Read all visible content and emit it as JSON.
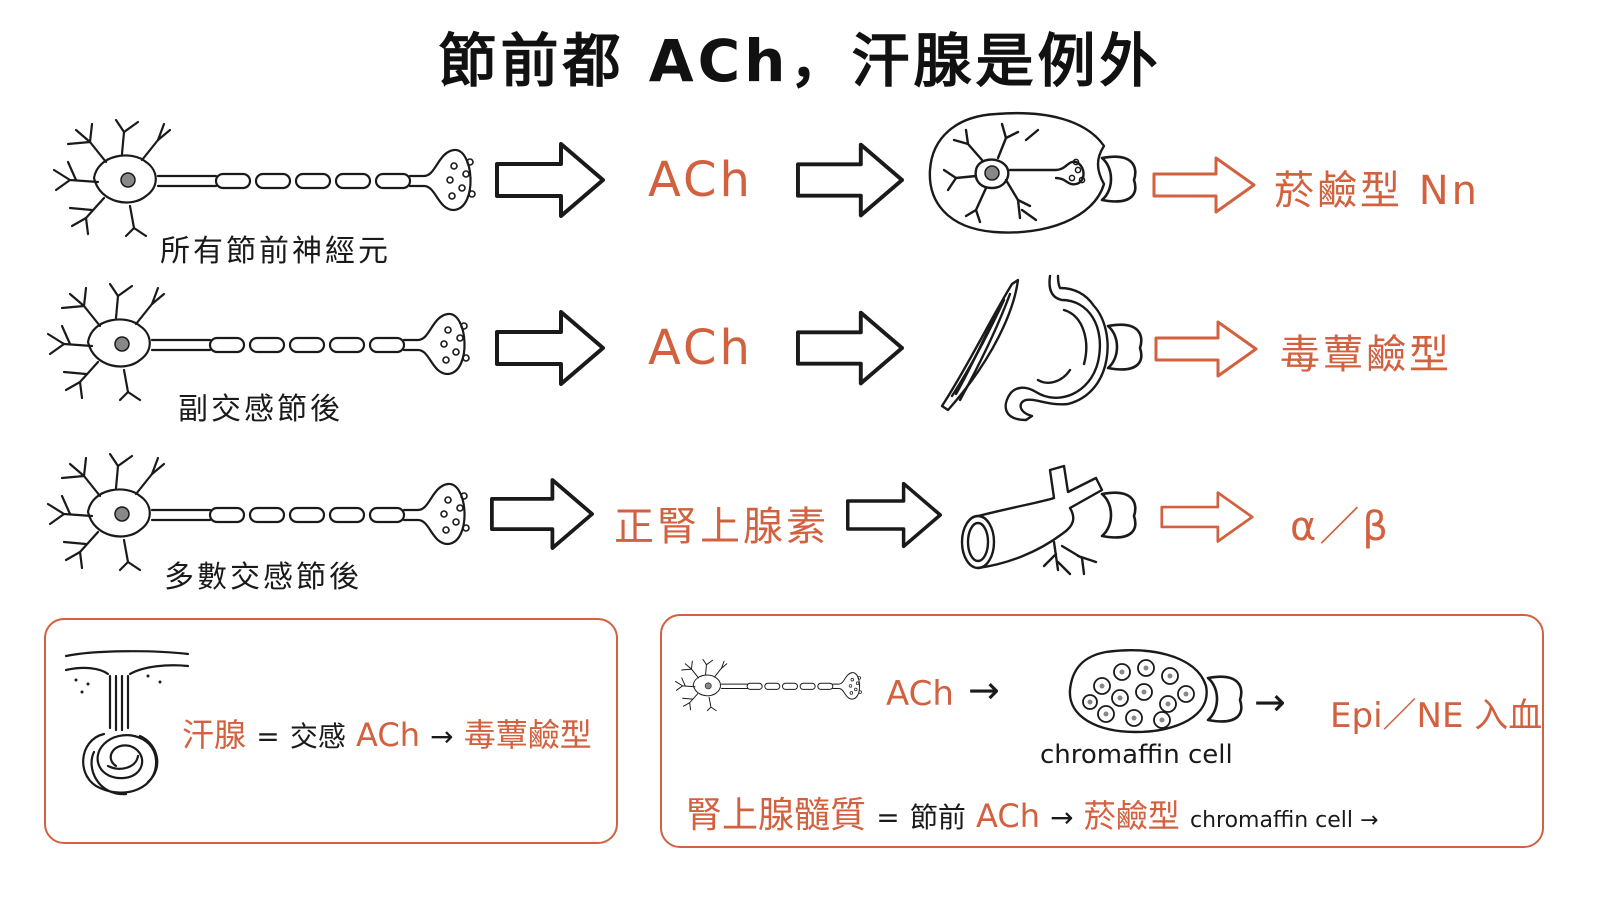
{
  "title": "節前都 ACh，汗腺是例外",
  "rows": [
    {
      "neuron_label": "所有節前神經元",
      "transmitter": "ACh",
      "target_icon": "ganglion-neuron-icon",
      "receptor": "菸鹼型 Nn"
    },
    {
      "neuron_label": "副交感節後",
      "transmitter": "ACh",
      "target_icon": "muscle-stomach-icon",
      "receptor": "毒蕈鹼型"
    },
    {
      "neuron_label": "多數交感節後",
      "transmitter": "正腎上腺素",
      "target_icon": "blood-vessel-icon",
      "receptor": "α／β"
    }
  ],
  "sweat_box": {
    "term": "汗腺",
    "equals": "=",
    "middle": "交感",
    "transmitter": "ACh",
    "arrow": "→",
    "receptor": "毒蕈鹼型"
  },
  "adrenal_box": {
    "transmitter": "ACh",
    "arrow1": "→",
    "cell_label": "chromaffin cell",
    "arrow2": "→",
    "output": "Epi／NE 入血",
    "summary": {
      "term": "腎上腺髓質",
      "equals": "=",
      "middle": "節前",
      "transmitter": "ACh",
      "arrow": "→",
      "receptor": "菸鹼型",
      "tail": "chromaffin cell →"
    }
  },
  "colors": {
    "accent": "#d2613f",
    "ink": "#1a1a1a"
  }
}
